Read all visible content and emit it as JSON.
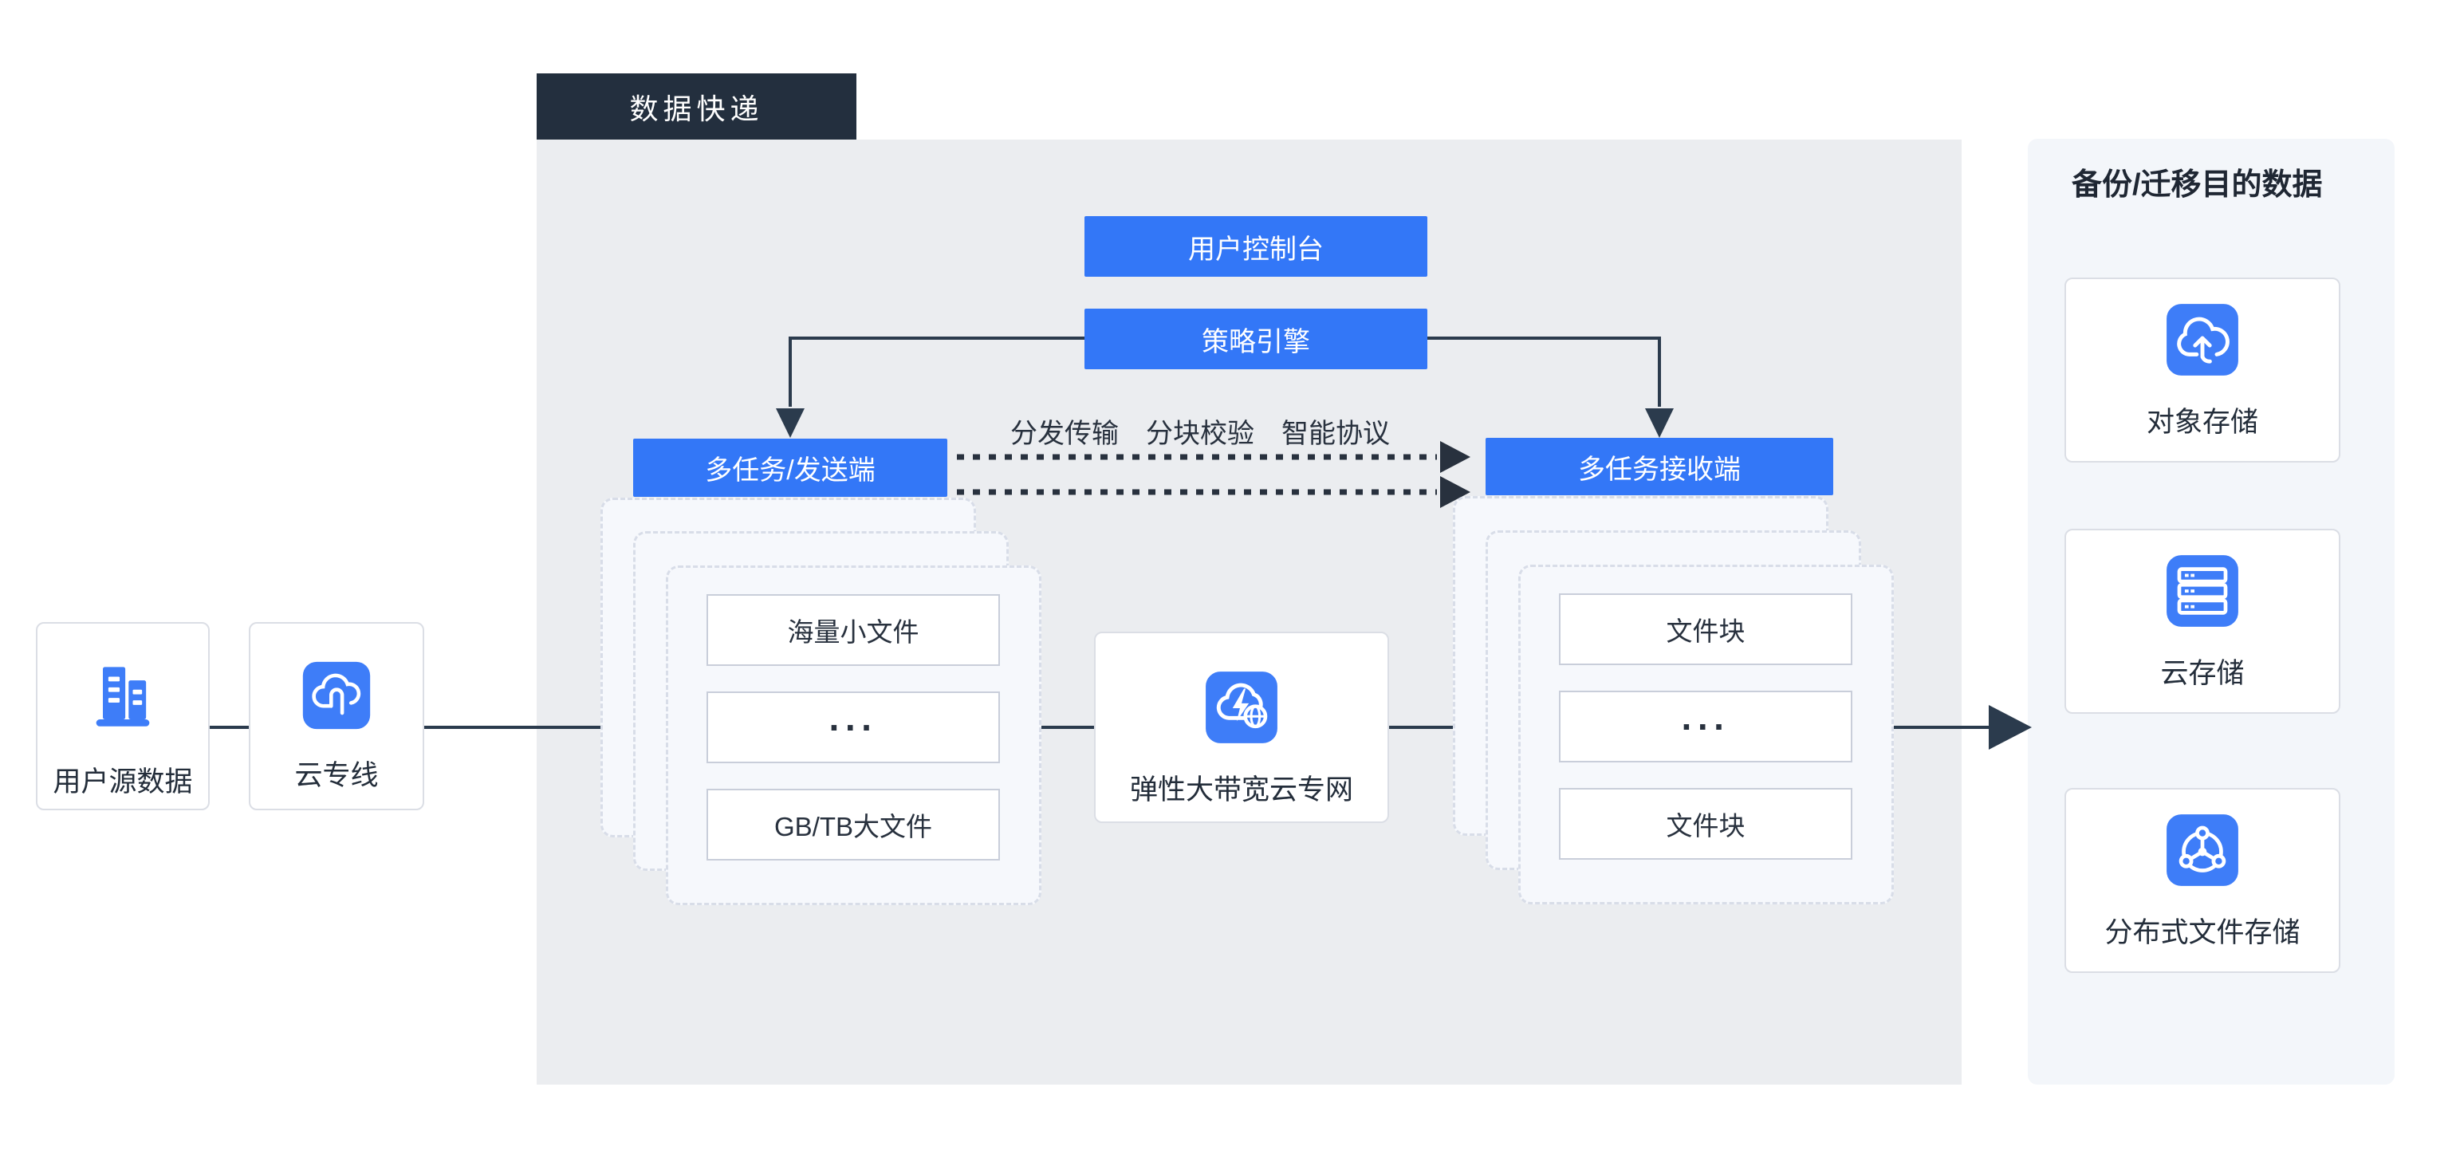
{
  "colors": {
    "accent_blue": "#3377F7",
    "icon_blue": "#3E7DF8",
    "tab_dark": "#232F3E",
    "line_dark": "#2B3B4D",
    "text_dark": "#232D3A",
    "main_panel_bg": "#EBEDF0",
    "dest_panel_bg": "#F3F6FA",
    "stack_card_bg": "#F6F8FC",
    "stack_card_border": "#D8DDE8"
  },
  "tab": {
    "label": "数据快递"
  },
  "flow": {
    "console": "用户控制台",
    "policy": "策略引擎",
    "sender": "多任务/发送端",
    "receiver": "多任务接收端",
    "features_label": "分发传输　分块校验　智能协议"
  },
  "sources": {
    "user_data": {
      "label": "用户源数据",
      "icon": "buildings-icon"
    },
    "cloud_line": {
      "label": "云专线",
      "icon": "cloud-dedicated-line-icon"
    }
  },
  "network": {
    "label": "弹性大带宽云专网",
    "icon": "cloud-bandwidth-globe-icon"
  },
  "sender_stack": {
    "items": [
      "海量小文件",
      "···",
      "GB/TB大文件"
    ]
  },
  "receiver_stack": {
    "items": [
      "文件块",
      "···",
      "文件块"
    ]
  },
  "destination": {
    "title": "备份/迁移目的数据",
    "items": [
      {
        "label": "对象存储",
        "icon": "object-storage-icon"
      },
      {
        "label": "云存储",
        "icon": "cloud-storage-icon"
      },
      {
        "label": "分布式文件存储",
        "icon": "distributed-file-storage-icon"
      }
    ]
  }
}
